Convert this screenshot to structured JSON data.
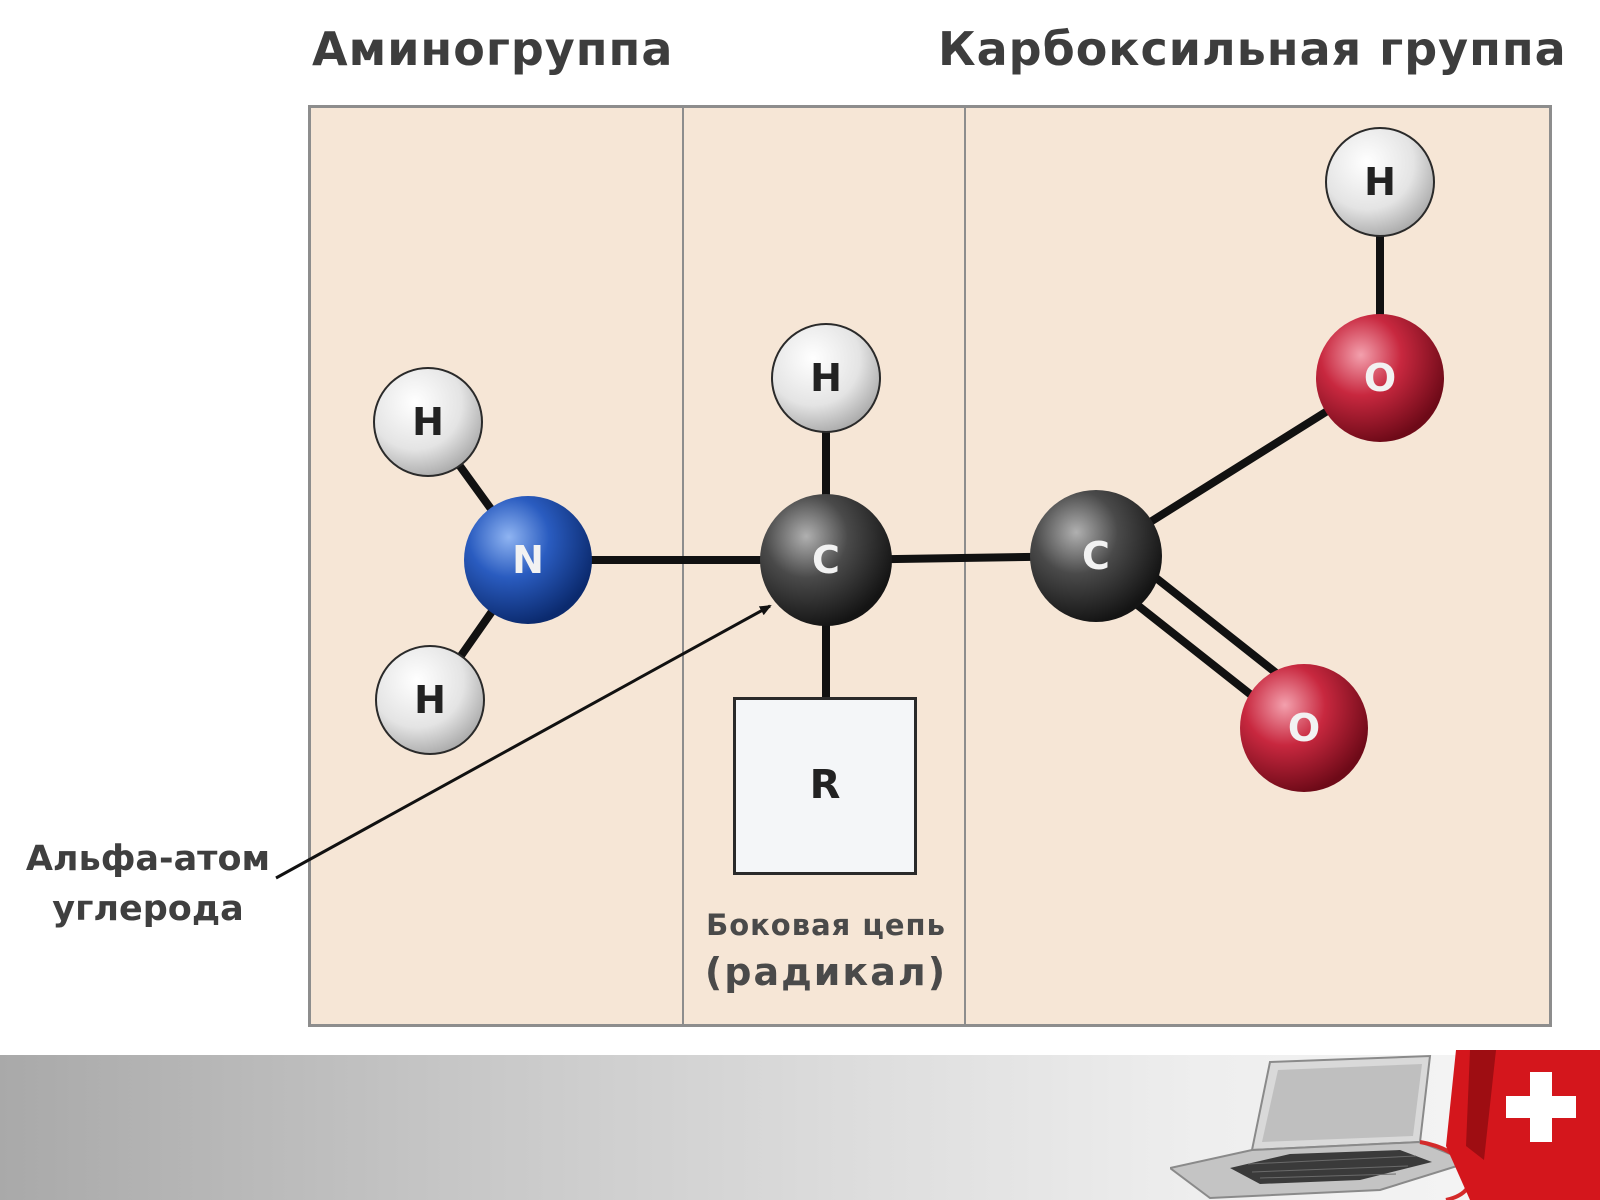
{
  "headers": {
    "amino": "Аминогруппа",
    "carboxyl": "Карбоксильная группа"
  },
  "atoms": {
    "amino_h_top": "H",
    "amino_n": "N",
    "amino_h_bottom": "H",
    "alpha_h": "H",
    "alpha_c": "C",
    "carboxyl_c": "C",
    "carboxyl_o_single": "O",
    "carboxyl_h": "H",
    "carboxyl_o_double": "O"
  },
  "radical": {
    "label": "R",
    "caption_line1": "Боковая цепь",
    "caption_line2": "(радикал)"
  },
  "alpha_carbon_caption": {
    "line1": "Альфа-атом",
    "line2": "углерода"
  },
  "colors": {
    "panel_background": "#f6e6d6",
    "nitrogen": "#1f4fa8",
    "carbon": "#3a3a3a",
    "oxygen": "#c0233a",
    "hydrogen": "#e6e6e6",
    "bond": "#111111"
  }
}
